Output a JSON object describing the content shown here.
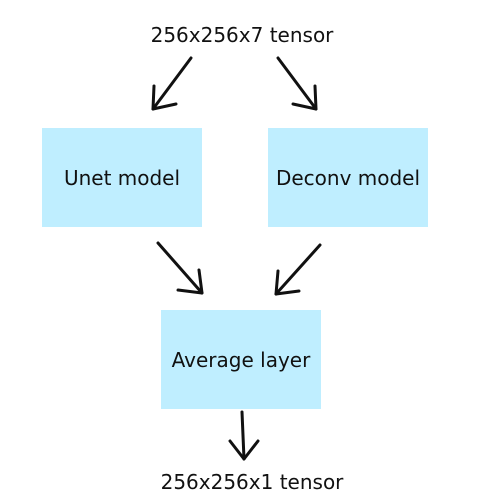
{
  "diagram": {
    "input_label": "256x256x7 tensor",
    "output_label": "256x256x1 tensor",
    "nodes": {
      "unet": "Unet model",
      "deconv": "Deconv model",
      "average": "Average layer"
    },
    "colors": {
      "box_fill": "#bfeeff",
      "arrow": "#111111",
      "text": "#111111"
    }
  }
}
